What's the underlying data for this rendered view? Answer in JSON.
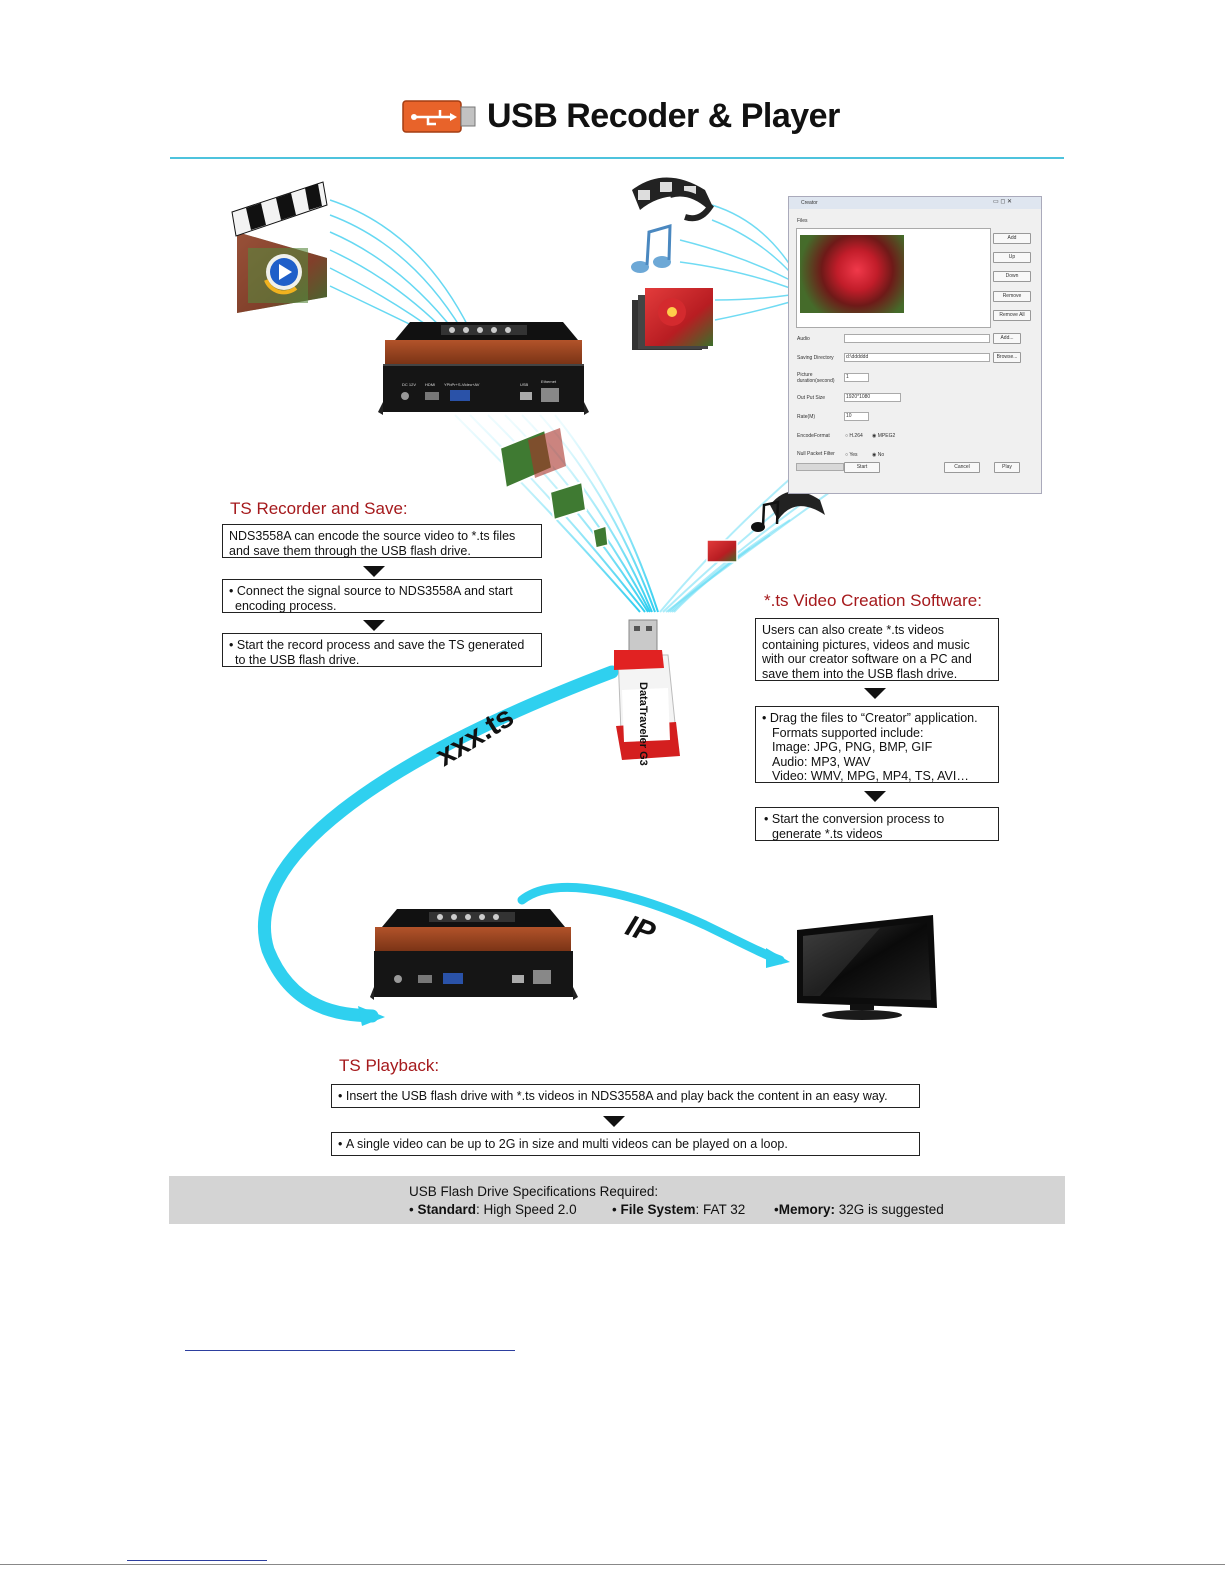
{
  "header": {
    "title": "USB Recoder & Player"
  },
  "recorder": {
    "title": "TS Recorder and Save:",
    "steps": [
      "NDS3558A can encode the source video to *.ts files and save them through the USB flash drive.",
      "Connect the signal source to NDS3558A and start encoding process.",
      "Start the record process and save the TS generated to the USB flash drive."
    ]
  },
  "creation": {
    "title": "*.ts Video Creation Software:",
    "step1": "Users can also create *.ts videos containing pictures, videos and music with our creator software on a PC and save them into the USB flash drive.",
    "step2_lines": [
      "Drag the files to “Creator” application.",
      "Formats supported include:",
      "Image: JPG, PNG, BMP, GIF",
      "Audio: MP3, WAV",
      "Video: WMV, MPG, MP4, TS, AVI…"
    ],
    "step3": "Start the conversion process to generate *.ts videos"
  },
  "flow_labels": {
    "file": "xxx.ts",
    "network": "IP"
  },
  "playback": {
    "title": "TS Playback:",
    "steps": [
      "Insert the USB flash drive with *.ts videos in NDS3558A and play back the content in an easy way.",
      "A single video can be up to 2G in size and multi videos can be played on a loop."
    ]
  },
  "specs": {
    "heading": "USB Flash Drive Specifications Required:",
    "items": [
      {
        "key": "Standard",
        "value": ": High Speed 2.0"
      },
      {
        "key": "File System",
        "value": ": FAT 32"
      },
      {
        "key": "Memory:",
        "value": " 32G is suggested"
      }
    ]
  },
  "creator_window": {
    "title": "Creator",
    "files_label": "Files",
    "buttons": [
      "Add",
      "Up",
      "Down",
      "Remove",
      "Remove All"
    ],
    "audio_label": "Audio",
    "audio_add": "Add...",
    "saving_label": "Saving Directory",
    "saving_value": "d:\\dddddd",
    "browse": "Browse...",
    "picture_label": "Picture duration(second)",
    "picture_value": "1",
    "output_label": "Out Put Size",
    "output_value": "1920*1080",
    "rate_label": "Rate(M)",
    "rate_value": "10",
    "encode_label": "EncodeFormat",
    "encode_options": [
      "H.264",
      "MPEG2"
    ],
    "null_label": "Null Packet Filter",
    "null_options": [
      "Yes",
      "No"
    ],
    "start": "Start",
    "cancel": "Cancel",
    "play": "Play"
  },
  "device_ports": [
    "DC 12V",
    "HDMI",
    "YPbPr+S-Video+AV",
    "USB",
    "Ethernet"
  ],
  "usb_drive_text": "DataTraveler G3",
  "colors": {
    "accent_red": "#a5191c",
    "stream_cyan": "#2fd0ef",
    "rule_cyan": "#4ec3dd",
    "spec_bar": "#d4d4d4",
    "usb_orange": "#e8632a"
  },
  "icons": [
    "usb-logo-icon",
    "clapperboard-icon",
    "film-strip-icon",
    "music-note-icon",
    "photo-stack-icon",
    "usb-drive-icon",
    "tv-icon",
    "encoder-device-icon"
  ]
}
